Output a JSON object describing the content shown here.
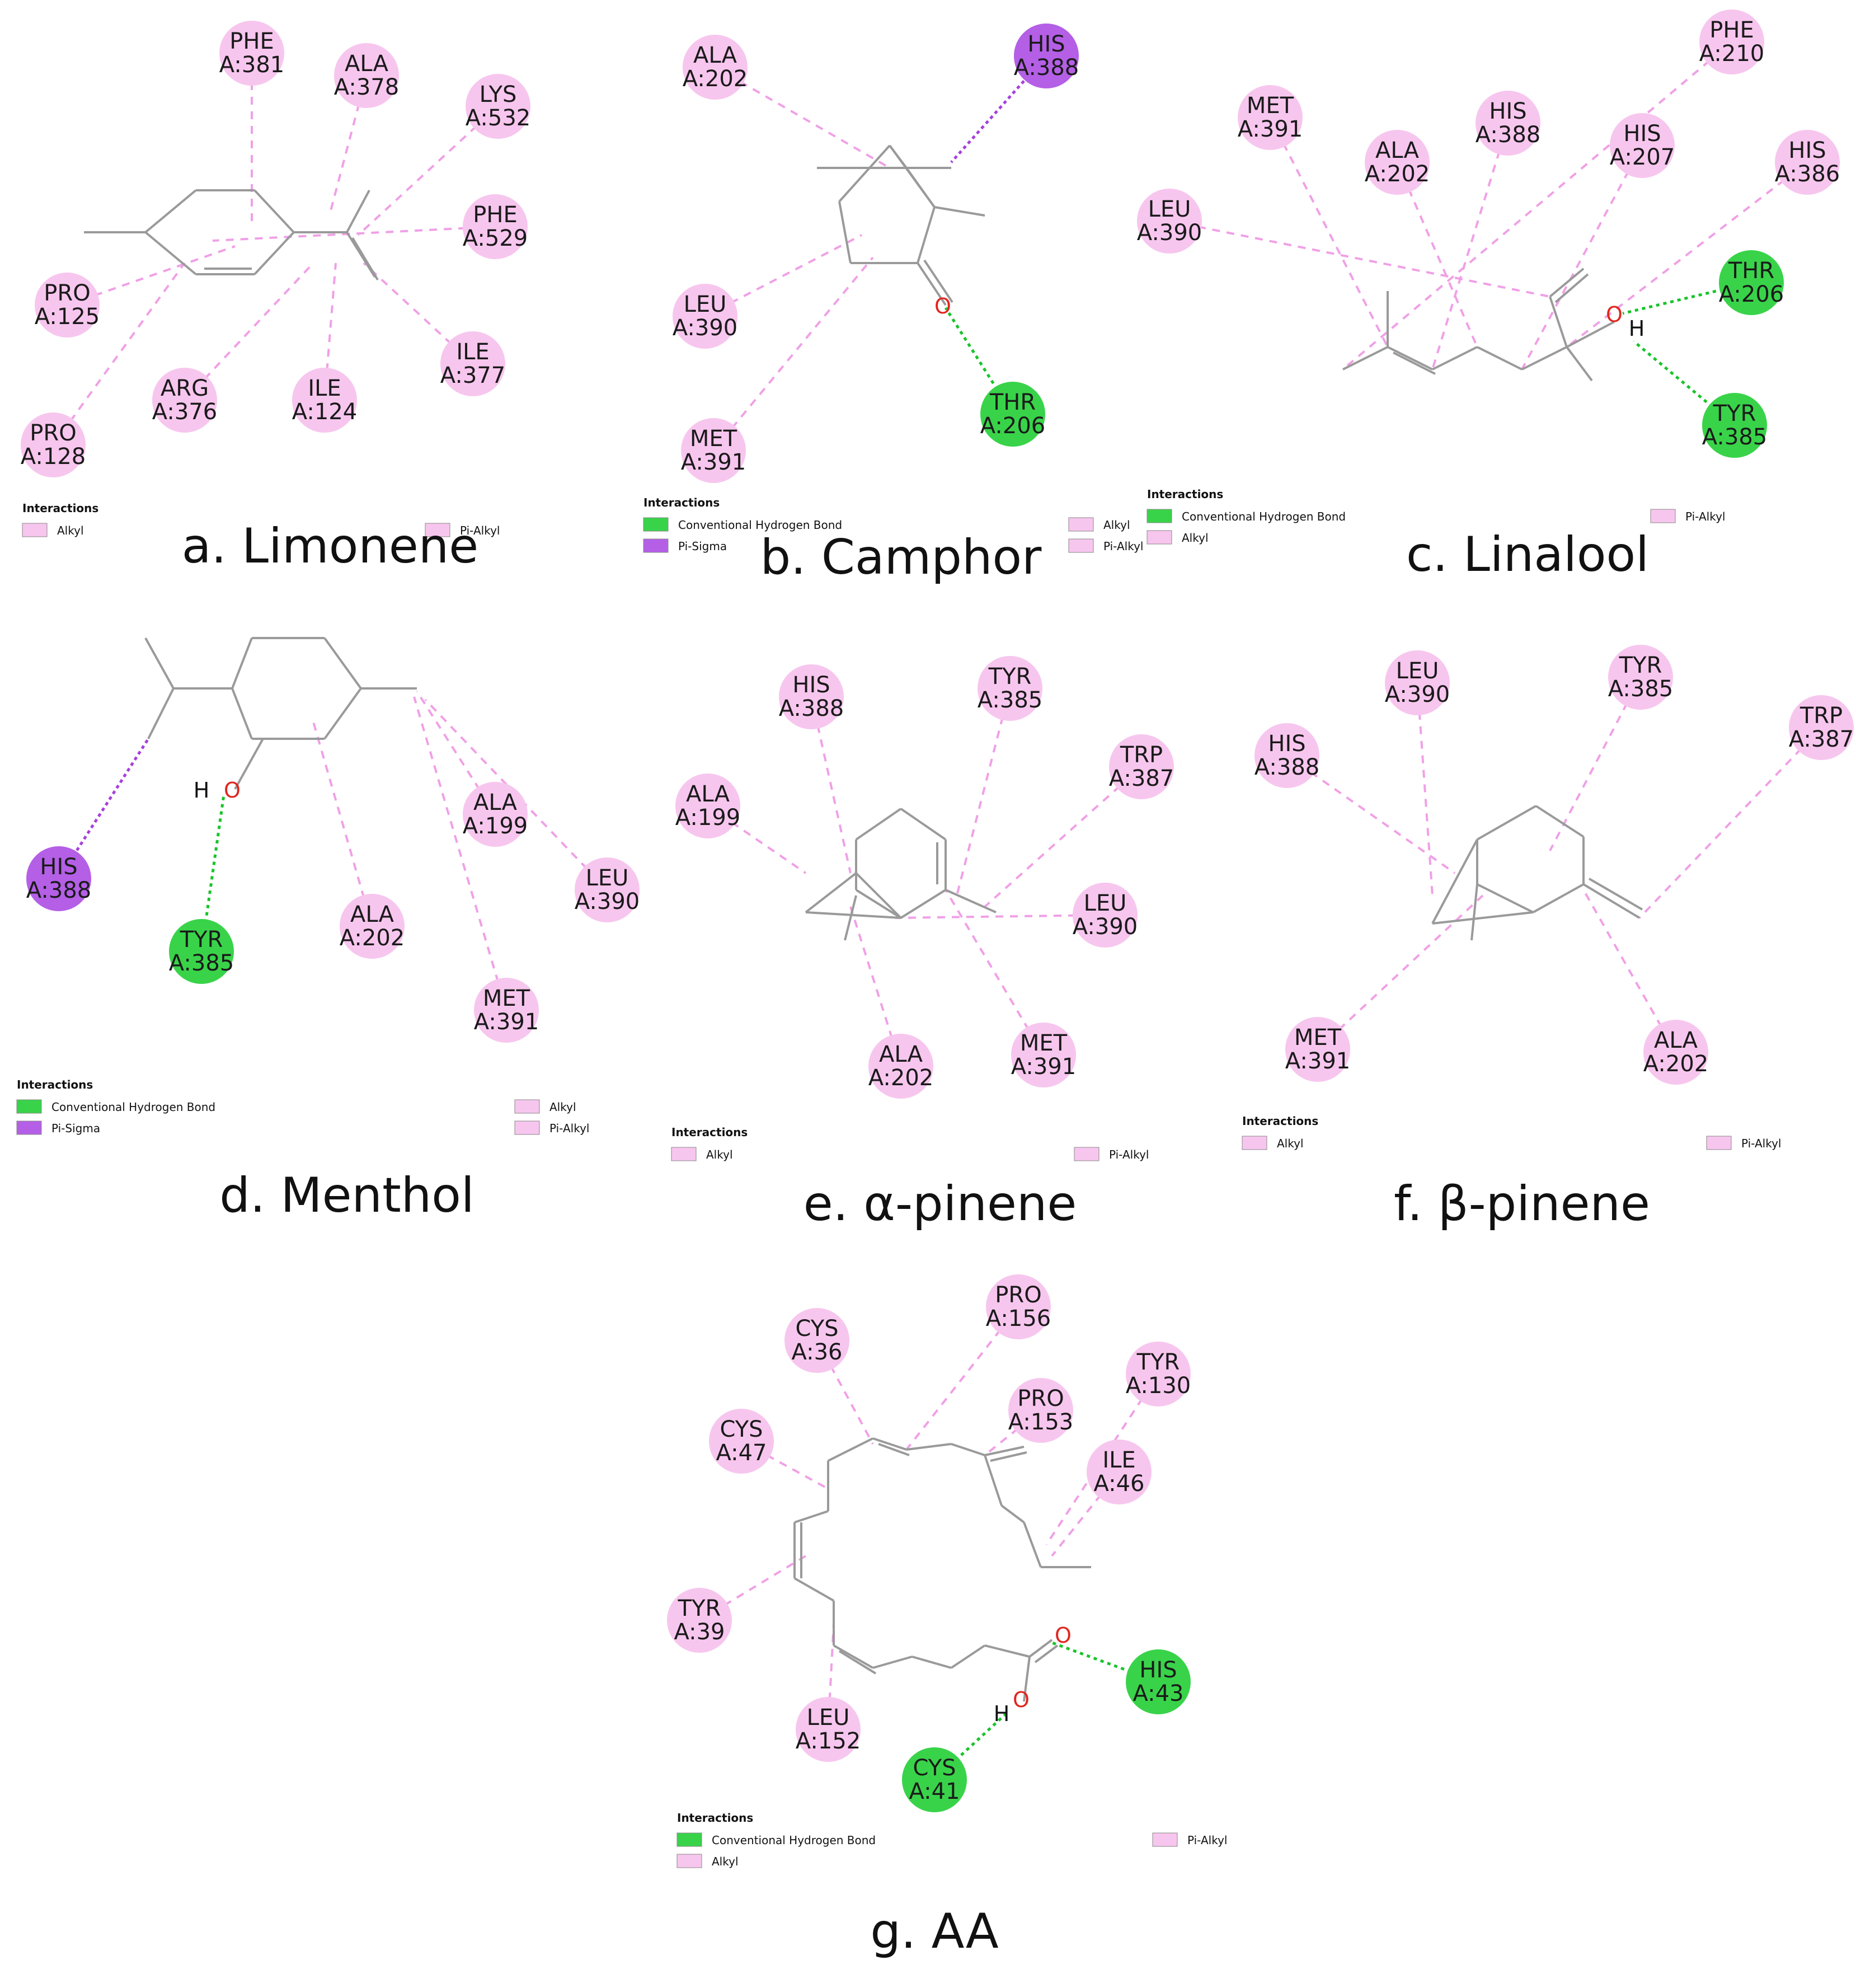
{
  "colors": {
    "alkyl": "#f7c6ee",
    "alkyl_line": "#f0a0e6",
    "hbond": "#39d34a",
    "hbond_line": "#18c42a",
    "pisigma": "#b45fe6",
    "pisigma_line": "#a640dc",
    "bond": "#9a9a9a",
    "oxygen": "#e0261f"
  },
  "panels": [
    {
      "id": "a",
      "caption": "a. Limonene",
      "legend_title": "Interactions",
      "legend_items": [
        {
          "label": "Alkyl",
          "type": "alkyl"
        },
        {
          "label": "Pi-Alkyl",
          "type": "alkyl"
        }
      ],
      "residues": [
        {
          "line1": "PHE",
          "line2": "A:381",
          "type": "alkyl"
        },
        {
          "line1": "ALA",
          "line2": "A:378",
          "type": "alkyl"
        },
        {
          "line1": "LYS",
          "line2": "A:532",
          "type": "alkyl"
        },
        {
          "line1": "PHE",
          "line2": "A:529",
          "type": "alkyl"
        },
        {
          "line1": "PRO",
          "line2": "A:125",
          "type": "alkyl"
        },
        {
          "line1": "ARG",
          "line2": "A:376",
          "type": "alkyl"
        },
        {
          "line1": "ILE",
          "line2": "A:124",
          "type": "alkyl"
        },
        {
          "line1": "ILE",
          "line2": "A:377",
          "type": "alkyl"
        },
        {
          "line1": "PRO",
          "line2": "A:128",
          "type": "alkyl"
        }
      ]
    },
    {
      "id": "b",
      "caption": "b. Camphor",
      "legend_title": "Interactions",
      "legend_items": [
        {
          "label": "Conventional Hydrogen Bond",
          "type": "hbond"
        },
        {
          "label": "Pi-Sigma",
          "type": "pisigma"
        },
        {
          "label": "Alkyl",
          "type": "alkyl"
        },
        {
          "label": "Pi-Alkyl",
          "type": "alkyl"
        }
      ],
      "residues": [
        {
          "line1": "ALA",
          "line2": "A:202",
          "type": "alkyl"
        },
        {
          "line1": "HIS",
          "line2": "A:388",
          "type": "pisigma"
        },
        {
          "line1": "LEU",
          "line2": "A:390",
          "type": "alkyl"
        },
        {
          "line1": "THR",
          "line2": "A:206",
          "type": "hbond"
        },
        {
          "line1": "MET",
          "line2": "A:391",
          "type": "alkyl"
        }
      ]
    },
    {
      "id": "c",
      "caption": "c. Linalool",
      "legend_title": "Interactions",
      "legend_items": [
        {
          "label": "Conventional Hydrogen Bond",
          "type": "hbond"
        },
        {
          "label": "Alkyl",
          "type": "alkyl"
        },
        {
          "label": "Pi-Alkyl",
          "type": "alkyl"
        }
      ],
      "residues": [
        {
          "line1": "PHE",
          "line2": "A:210",
          "type": "alkyl"
        },
        {
          "line1": "MET",
          "line2": "A:391",
          "type": "alkyl"
        },
        {
          "line1": "HIS",
          "line2": "A:388",
          "type": "alkyl"
        },
        {
          "line1": "ALA",
          "line2": "A:202",
          "type": "alkyl"
        },
        {
          "line1": "HIS",
          "line2": "A:207",
          "type": "alkyl"
        },
        {
          "line1": "HIS",
          "line2": "A:386",
          "type": "alkyl"
        },
        {
          "line1": "LEU",
          "line2": "A:390",
          "type": "alkyl"
        },
        {
          "line1": "THR",
          "line2": "A:206",
          "type": "hbond"
        },
        {
          "line1": "TYR",
          "line2": "A:385",
          "type": "hbond"
        }
      ]
    },
    {
      "id": "d",
      "caption": "d. Menthol",
      "legend_title": "Interactions",
      "legend_items": [
        {
          "label": "Conventional Hydrogen Bond",
          "type": "hbond"
        },
        {
          "label": "Pi-Sigma",
          "type": "pisigma"
        },
        {
          "label": "Alkyl",
          "type": "alkyl"
        },
        {
          "label": "Pi-Alkyl",
          "type": "alkyl"
        }
      ],
      "residues": [
        {
          "line1": "HIS",
          "line2": "A:388",
          "type": "pisigma"
        },
        {
          "line1": "TYR",
          "line2": "A:385",
          "type": "hbond"
        },
        {
          "line1": "ALA",
          "line2": "A:202",
          "type": "alkyl"
        },
        {
          "line1": "ALA",
          "line2": "A:199",
          "type": "alkyl"
        },
        {
          "line1": "LEU",
          "line2": "A:390",
          "type": "alkyl"
        },
        {
          "line1": "MET",
          "line2": "A:391",
          "type": "alkyl"
        }
      ]
    },
    {
      "id": "e",
      "caption": "e. α-pinene",
      "legend_title": "Interactions",
      "legend_items": [
        {
          "label": "Alkyl",
          "type": "alkyl"
        },
        {
          "label": "Pi-Alkyl",
          "type": "alkyl"
        }
      ],
      "residues": [
        {
          "line1": "HIS",
          "line2": "A:388",
          "type": "alkyl"
        },
        {
          "line1": "TYR",
          "line2": "A:385",
          "type": "alkyl"
        },
        {
          "line1": "TRP",
          "line2": "A:387",
          "type": "alkyl"
        },
        {
          "line1": "ALA",
          "line2": "A:199",
          "type": "alkyl"
        },
        {
          "line1": "LEU",
          "line2": "A:390",
          "type": "alkyl"
        },
        {
          "line1": "ALA",
          "line2": "A:202",
          "type": "alkyl"
        },
        {
          "line1": "MET",
          "line2": "A:391",
          "type": "alkyl"
        }
      ]
    },
    {
      "id": "f",
      "caption": "f. β-pinene",
      "legend_title": "Interactions",
      "legend_items": [
        {
          "label": "Alkyl",
          "type": "alkyl"
        },
        {
          "label": "Pi-Alkyl",
          "type": "alkyl"
        }
      ],
      "residues": [
        {
          "line1": "LEU",
          "line2": "A:390",
          "type": "alkyl"
        },
        {
          "line1": "TYR",
          "line2": "A:385",
          "type": "alkyl"
        },
        {
          "line1": "TRP",
          "line2": "A:387",
          "type": "alkyl"
        },
        {
          "line1": "HIS",
          "line2": "A:388",
          "type": "alkyl"
        },
        {
          "line1": "MET",
          "line2": "A:391",
          "type": "alkyl"
        },
        {
          "line1": "ALA",
          "line2": "A:202",
          "type": "alkyl"
        }
      ]
    },
    {
      "id": "g",
      "caption": "g. AA",
      "legend_title": "Interactions",
      "legend_items": [
        {
          "label": "Conventional Hydrogen Bond",
          "type": "hbond"
        },
        {
          "label": "Alkyl",
          "type": "alkyl"
        },
        {
          "label": "Pi-Alkyl",
          "type": "alkyl"
        }
      ],
      "residues": [
        {
          "line1": "PRO",
          "line2": "A:156",
          "type": "alkyl"
        },
        {
          "line1": "CYS",
          "line2": "A:36",
          "type": "alkyl"
        },
        {
          "line1": "TYR",
          "line2": "A:130",
          "type": "alkyl"
        },
        {
          "line1": "PRO",
          "line2": "A:153",
          "type": "alkyl"
        },
        {
          "line1": "CYS",
          "line2": "A:47",
          "type": "alkyl"
        },
        {
          "line1": "ILE",
          "line2": "A:46",
          "type": "alkyl"
        },
        {
          "line1": "TYR",
          "line2": "A:39",
          "type": "alkyl"
        },
        {
          "line1": "HIS",
          "line2": "A:43",
          "type": "hbond"
        },
        {
          "line1": "LEU",
          "line2": "A:152",
          "type": "alkyl"
        },
        {
          "line1": "CYS",
          "line2": "A:41",
          "type": "hbond"
        }
      ]
    }
  ],
  "atoms": {
    "oxygen": "O",
    "hydrogen": "H"
  }
}
